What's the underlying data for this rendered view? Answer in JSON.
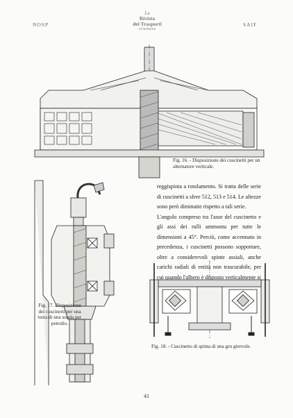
{
  "header": {
    "left_stamp": "NOSP",
    "right_stamp": "SAIF",
    "masthead": [
      "La",
      "Rivista",
      "dei Trasporti",
      "ed Industria"
    ]
  },
  "figures": [
    {
      "id": "fig16",
      "caption": "Fig. 16. - Disposizione dei cuscinetti per un alternatore verticale."
    },
    {
      "id": "fig17",
      "caption": "Fig. 17. Disposizione dei cuscinetti per una testa di una sonda per petrolio."
    },
    {
      "id": "fig18",
      "caption": "Fig. 18. - Cuscinetto di spinta di una gru girevole."
    }
  ],
  "body": {
    "paragraphs": [
      "reggispinta a rotolamento. Si tratta delle serie di cuscinetti a sfere 512, 513 e 514. Le altezze sono però diminuite rispetto a tali serie.",
      "L'angolo compreso tra l'asse del cuscinetto e gli assi dei rulli ammonta per tutte le dimensioni a 45°. Perciò, come accennato in precedenza, i cuscinetti possono sopportare, oltre a considerevoli spinte assiali, anche carichi radiali di entità non trascurabile, per cui quando l'albero è disposto verticalmente si"
    ]
  },
  "page_number": "41"
}
